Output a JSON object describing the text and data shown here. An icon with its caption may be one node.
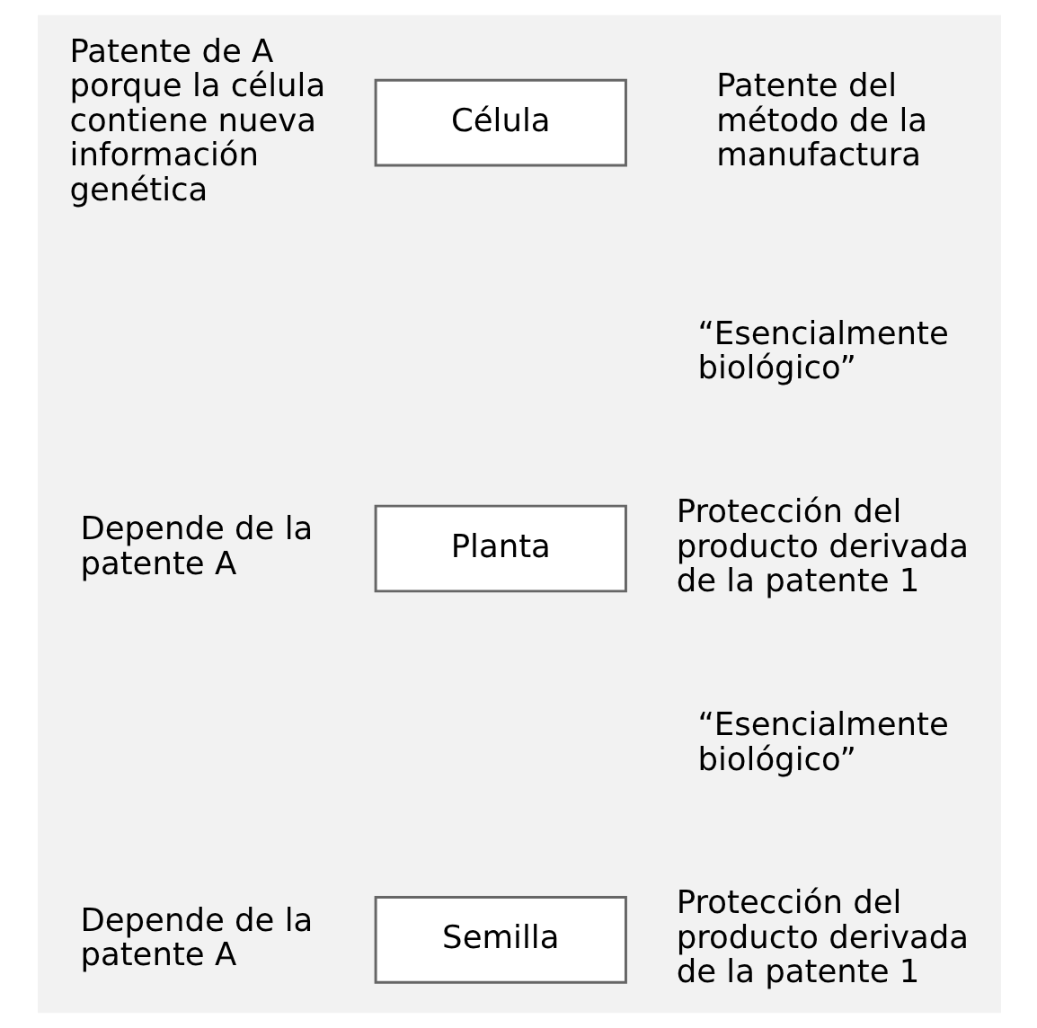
{
  "diagram": {
    "nodes": [
      {
        "text": [
          "Célula"
        ],
        "beside": [
          "Patente de A porque la célula contiene nueva información genética"
        ]
      },
      {
        "text": [
          "Planta"
        ],
        "beside": [
          "Depende de la patente A"
        ]
      },
      {
        "text": [
          "Semilla"
        ],
        "beside": [
          "Depende de la patente A"
        ]
      }
    ],
    "labels": [
      "Patente del método de la manufactura",
      "“Esencialmente biológico”",
      "Protección del producto derivada de la patente 1",
      "“Esencialmente biológico”",
      "Protección del producto derivada de la patente 1"
    ]
  }
}
